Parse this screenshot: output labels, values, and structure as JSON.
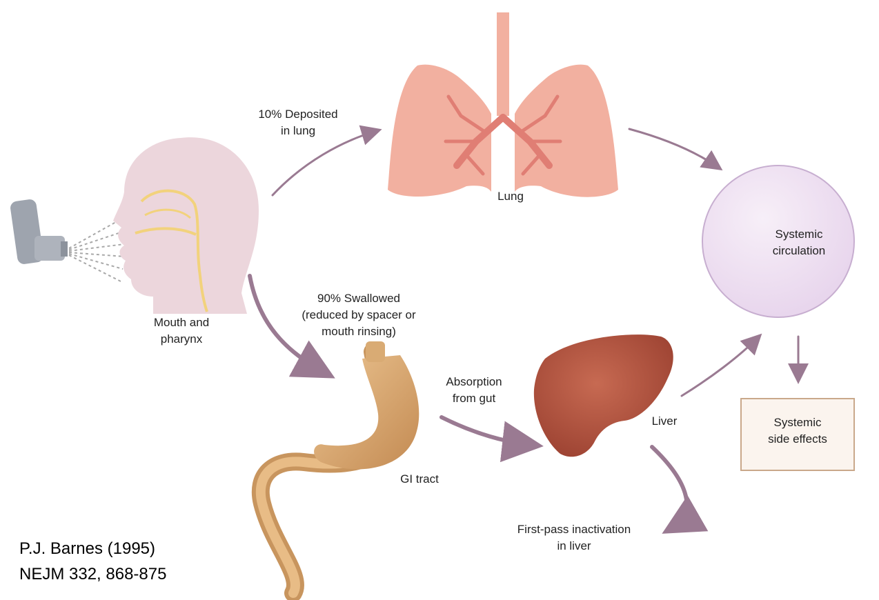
{
  "labels": {
    "deposited_line1": "10% Deposited",
    "deposited_line2": "in lung",
    "lung": "Lung",
    "systemic_circ_line1": "Systemic",
    "systemic_circ_line2": "circulation",
    "mouth_line1": "Mouth and",
    "mouth_line2": "pharynx",
    "swallowed_line1": "90% Swallowed",
    "swallowed_line2": "(reduced by spacer or",
    "swallowed_line3": "mouth rinsing)",
    "absorption_line1": "Absorption",
    "absorption_line2": "from gut",
    "liver": "Liver",
    "side_effects_line1": "Systemic",
    "side_effects_line2": "side effects",
    "gi_tract": "GI tract",
    "first_pass_line1": "First-pass inactivation",
    "first_pass_line2": "in liver"
  },
  "citation": {
    "line1": "P.J. Barnes (1995)",
    "line2": "NEJM 332, 868-875"
  },
  "colors": {
    "arrow": "#9a7a92",
    "head": "#ecd6dc",
    "airway": "#f2d27c",
    "lung": "#f2b0a0",
    "bronchi": "#e07e74",
    "circulation_fill": "#efe2f2",
    "circulation_stroke": "#c7aed0",
    "stomach": "#d4a26a",
    "liver": "#b3523c",
    "box_fill": "#fbf4ee",
    "box_stroke": "#c9a88a",
    "inhaler": "#9ea4ae"
  }
}
